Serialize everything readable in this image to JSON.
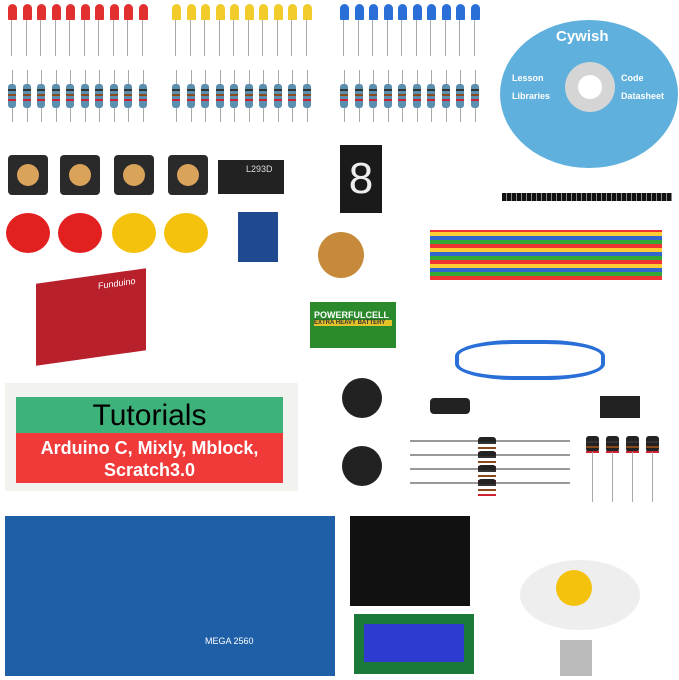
{
  "cd": {
    "brand": "Cywish",
    "items": [
      "Lesson",
      "Libraries",
      "Code",
      "Datasheet"
    ]
  },
  "banner": {
    "title": "Tutorials",
    "subtitle_line1": "Arduino C, Mixly, Mblock,",
    "subtitle_line2": "Scratch3.0"
  },
  "battery": {
    "label": "POWERFULCELL",
    "sub": "EXTRA HEAVY BATTERY"
  },
  "ic": {
    "label": "L293D"
  },
  "sensor": {
    "label": "Funduino"
  },
  "segment": {
    "digit": "8"
  },
  "arduino": {
    "label": "MEGA 2560"
  },
  "colors": {
    "red_led": "#e23030",
    "yellow_led": "#f2cc2a",
    "blue_led": "#2a6fd8",
    "cd": "#5fb0dc"
  }
}
